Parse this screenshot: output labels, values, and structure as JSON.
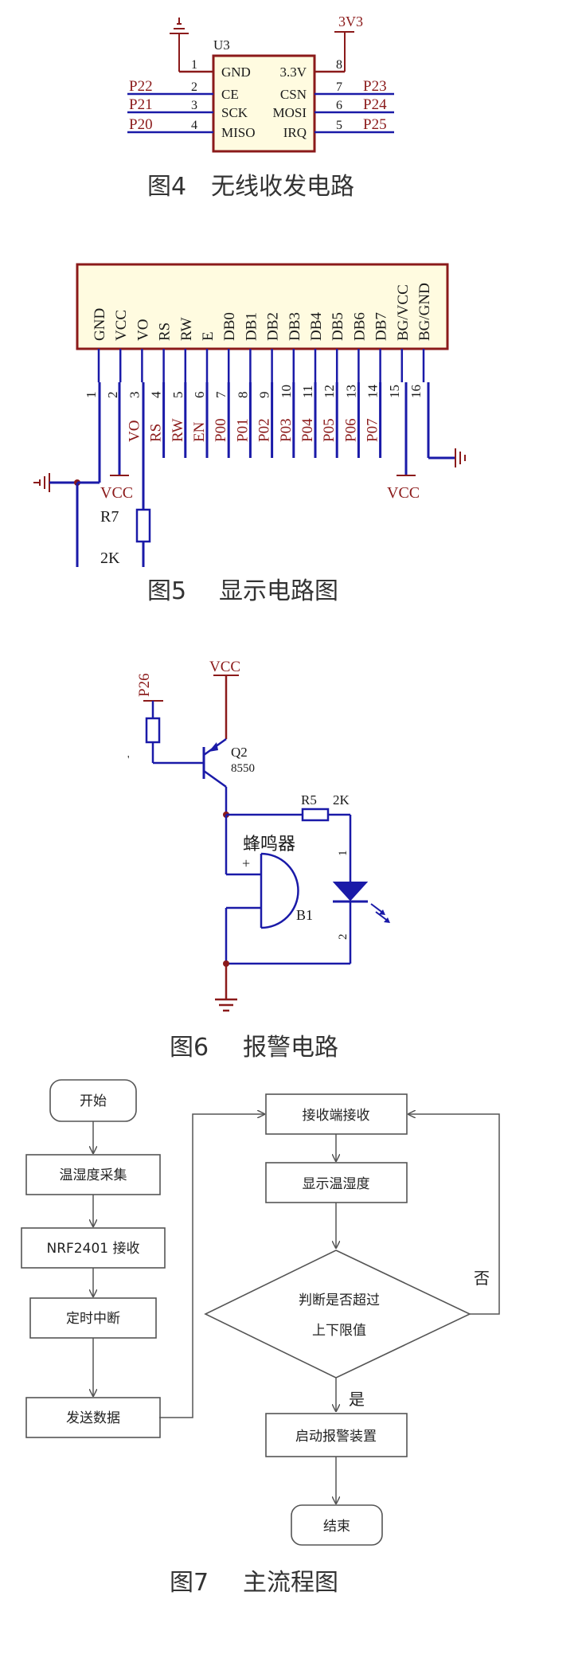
{
  "fig4": {
    "caption_num": "图4",
    "caption_text": "无线收发电路",
    "chip_ref": "U3",
    "power_label": "3V3",
    "left_pins": [
      {
        "num": "1",
        "name": "GND",
        "net": ""
      },
      {
        "num": "2",
        "name": "CE",
        "net": "P22"
      },
      {
        "num": "3",
        "name": "SCK",
        "net": "P21"
      },
      {
        "num": "4",
        "name": "MISO",
        "net": "P20"
      }
    ],
    "right_pins": [
      {
        "num": "8",
        "name": "3.3V",
        "net": ""
      },
      {
        "num": "7",
        "name": "CSN",
        "net": "P23"
      },
      {
        "num": "6",
        "name": "MOSI",
        "net": "P24"
      },
      {
        "num": "5",
        "name": "IRQ",
        "net": "P25"
      }
    ]
  },
  "fig5": {
    "caption_num": "图5",
    "caption_text": "显示电路图",
    "pin_names": [
      "GND",
      "VCC",
      "VO",
      "RS",
      "RW",
      "E",
      "DB0",
      "DB1",
      "DB2",
      "DB3",
      "DB4",
      "DB5",
      "DB6",
      "DB7",
      "BG/VCC",
      "BG/GND"
    ],
    "pin_nums": [
      "1",
      "2",
      "3",
      "4",
      "5",
      "6",
      "7",
      "8",
      "9",
      "10",
      "11",
      "12",
      "13",
      "14",
      "15",
      "16"
    ],
    "nets": [
      "",
      "",
      "VO",
      "RS",
      "RW",
      "EN",
      "P00",
      "P01",
      "P02",
      "P03",
      "P04",
      "P05",
      "P06",
      "P07",
      "",
      ""
    ],
    "vcc_left": "VCC",
    "vcc_right": "VCC",
    "resistor_ref": "R7",
    "resistor_val": "2K"
  },
  "fig6": {
    "caption_num": "图6",
    "caption_text": "报警电路",
    "vcc": "VCC",
    "input_net": "P26",
    "transistor_ref": "Q2",
    "transistor_part": "8550",
    "resistor_ref": "R5",
    "resistor_val": "2K",
    "buzzer_label": "蜂鸣器",
    "buzzer_ref": "B1",
    "plus": "+",
    "led_pin1": "1",
    "led_pin2": "2"
  },
  "fig7": {
    "caption_num": "图7",
    "caption_text": "主流程图",
    "left_steps": [
      "开始",
      "温湿度采集",
      "NRF2401 接收",
      "定时中断",
      "发送数据"
    ],
    "right_steps": [
      "接收端接收",
      "显示温湿度"
    ],
    "decision_line1": "判断是否超过",
    "decision_line2": "上下限值",
    "yes": "是",
    "no": "否",
    "alarm": "启动报警装置",
    "end": "结束"
  }
}
